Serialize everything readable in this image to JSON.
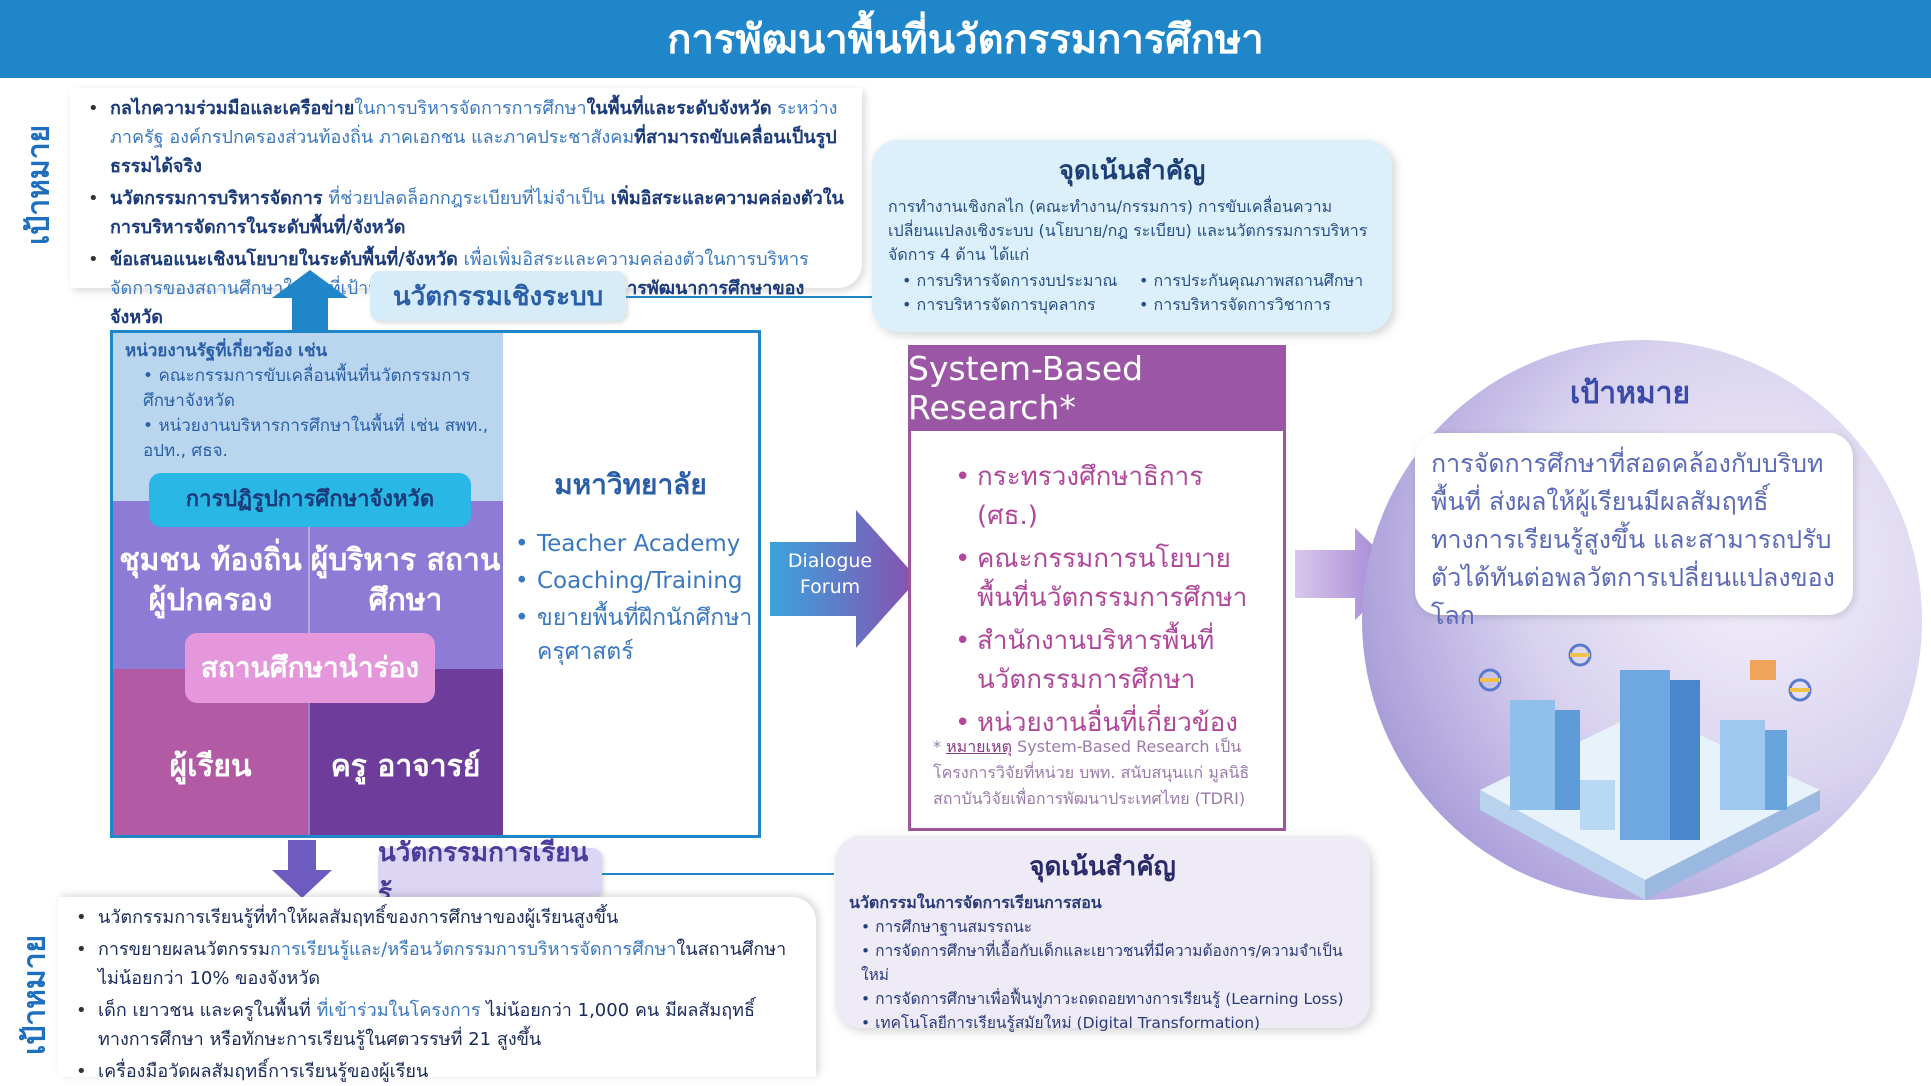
{
  "header": {
    "title": "การพัฒนาพื้นที่นวัตกรรมการศึกษา"
  },
  "labels": {
    "goal_top": "เป้าหมาย",
    "goal_bottom": "เป้าหมาย"
  },
  "top_goals": [
    {
      "bold": "กลไกความร่วมมือและเครือข่าย",
      "text": "ในการบริหารจัดการการศึกษา",
      "bold2": "ในพื้นที่และระดับจังหวัด",
      "text2": " ระหว่างภาครัฐ องค์กรปกครองส่วนท้องถิ่น ภาคเอกชน และภาคประชาสังคม",
      "bold3": "ที่สามารถขับเคลื่อนเป็นรูปธรรมได้จริง"
    },
    {
      "bold": "นวัตกรรมการบริหารจัดการ",
      "text": " ที่ช่วยปลดล็อกกฎระเบียบที่ไม่จำเป็น ",
      "bold2": "เพิ่มอิสระและความคล่องตัวในการบริหารจัดการในระดับพื้นที่/จังหวัด",
      "text2": "",
      "bold3": ""
    },
    {
      "bold": "ข้อเสนอแนะเชิงนโยบายในระดับพื้นที่/จังหวัด",
      "text": " เพื่อเพิ่มอิสระและความคล่องตัวในการบริหารจัดการของสถานศึกษาในพื้นที่เป้าหมาย และ",
      "bold2": "สามารถผลักดันสู่แผนการพัฒนาการศึกษาของจังหวัด",
      "text2": "",
      "bold3": ""
    }
  ],
  "pills": {
    "system": "นวัตกรรมเชิงระบบ",
    "learning": "นวัตกรรมการเรียนรู้"
  },
  "focus_top": {
    "title": "จุดเน้นสำคัญ",
    "desc": "การทำงานเชิงกลไก (คณะทำงาน/กรรมการ) การขับเคลื่อนความเปลี่ยนแปลงเชิงระบบ (นโยบาย/กฎ ระเบียบ) และนวัตกรรมการบริหารจัดการ 4 ด้าน ได้แก่",
    "items": [
      "การบริหารจัดการงบประมาณ",
      "การประกันคุณภาพสถานศึกษา",
      "การบริหารจัดการบุคลากร",
      "การบริหารจัดการวิชาการ"
    ]
  },
  "left_square": {
    "agencies_title": "หน่วยงานรัฐที่เกี่ยวข้อง เช่น",
    "agencies": [
      "คณะกรรมการขับเคลื่อนพื้นที่นวัตกรรมการศึกษาจังหวัด",
      "หน่วยงานบริหารการศึกษาในพื้นที่ เช่น สพท., อปท., ศธจ."
    ],
    "reform": "การปฏิรูปการศึกษาจังหวัด",
    "community": "ชุมชน ท้องถิ่น ผู้ปกครอง",
    "admin": "ผู้บริหาร สถานศึกษา",
    "pilot": "สถานศึกษานำร่อง",
    "learner": "ผู้เรียน",
    "teacher": "ครู อาจารย์",
    "colors": {
      "top": "#b9d6ee",
      "mid": "#8e7bd6",
      "bottom_left": "#b25aa4",
      "bottom_right": "#6e3d9b",
      "pilot": "#e597dc",
      "reform": "#29b8e5"
    }
  },
  "university": {
    "title": "มหาวิทยาลัย",
    "items": [
      "Teacher Academy",
      "Coaching/Training",
      "ขยายพื้นที่ฝึกนักศึกษาครุศาสตร์"
    ]
  },
  "dialogue": {
    "label": "Dialogue Forum"
  },
  "sbr": {
    "title": "System-Based Research*",
    "items": [
      "กระทรวงศึกษาธิการ (ศธ.)",
      "คณะกรรมการนโยบายพื้นที่นวัตกรรมการศึกษา",
      "สำนักงานบริหารพื้นที่นวัตกรรมการศึกษา",
      "หน่วยงานอื่นที่เกี่ยวข้อง"
    ],
    "note_label": "หมายเหตุ",
    "note": "System-Based Research เป็นโครงการวิจัยที่หน่วย บพท. สนับสนุนแก่ มูลนิธิสถาบันวิจัยเพื่อการพัฒนาประเทศไทย (TDRI)"
  },
  "goal": {
    "title": "เป้าหมาย",
    "text": "การจัดการศึกษาที่สอดคล้องกับบริบทพื้นที่ ส่งผลให้ผู้เรียนมีผลสัมฤทธิ์ทางการเรียนรู้สูงขึ้น และสามารถปรับตัวได้ทันต่อพลวัตการเปลี่ยนแปลงของโลก"
  },
  "focus_bottom": {
    "title": "จุดเน้นสำคัญ",
    "desc": "นวัตกรรมในการจัดการเรียนการสอน",
    "items": [
      "การศึกษาฐานสมรรถนะ",
      "การจัดการศึกษาที่เอื้อกับเด็กและเยาวชนที่มีความต้องการ/ความจำเป็นใหม่",
      "การจัดการศึกษาเพื่อฟื้นฟูภาวะถดถอยทางการเรียนรู้ (Learning Loss)",
      "เทคโนโลยีการเรียนรู้สมัยใหม่ (Digital Transformation)"
    ]
  },
  "bottom_goals": [
    {
      "a": "นวัตกรรมการเรียนรู้ที่ทำให้ผลสัมฤทธิ์ของการศึกษาของผู้เรียนสูงขึ้น",
      "b": "",
      "c": ""
    },
    {
      "a": "การขยายผลนวัตกรรม",
      "b": "การเรียนรู้และ/หรือนวัตกรรมการบริหารจัดการศึกษา",
      "c": "ในสถานศึกษาไม่น้อยกว่า 10% ของจังหวัด"
    },
    {
      "a": "เด็ก เยาวชน และครูในพื้นที่",
      "b": " ที่เข้าร่วมในโครงการ ",
      "c": "ไม่น้อยกว่า 1,000 คน มีผลสัมฤทธิ์ทางการศึกษา หรือทักษะการเรียนรู้ในศตวรรษที่ 21 สูงขึ้น"
    },
    {
      "a": "เครื่องมือวัดผลสัมฤทธิ์การเรียนรู้ของผู้เรียน",
      "b": "",
      "c": ""
    }
  ]
}
